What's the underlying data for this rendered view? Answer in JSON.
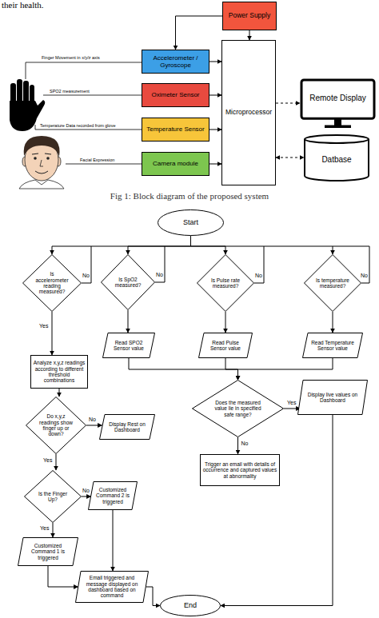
{
  "diagram": {
    "caption": "Fig 1: Block diagram of the proposed system",
    "nodes": [
      {
        "text": [
          "Power Supply"
        ]
      },
      {
        "text": [
          "Accelerometer / Gyroscope"
        ]
      },
      {
        "text": [
          "Oximeter Sensor"
        ]
      },
      {
        "text": [
          "Temperature Sensor"
        ]
      },
      {
        "text": [
          "Camera module"
        ]
      },
      {
        "text": [
          "Microprocessor"
        ]
      },
      {
        "text": [
          "Remote Display"
        ]
      },
      {
        "text": [
          "Datbase"
        ]
      },
      {
        "text": [
          "Start"
        ]
      },
      {
        "text": [
          "Is accelerometer reading measured?"
        ]
      },
      {
        "text": [
          "Is SpO2 measured?"
        ]
      },
      {
        "text": [
          "Is Pulse rate measured?"
        ]
      },
      {
        "text": [
          "Is temperature measured?"
        ]
      },
      {
        "text": [
          "Read SPO2 Sensor value"
        ]
      },
      {
        "text": [
          "Read Pulse Sensor value"
        ]
      },
      {
        "text": [
          "Read Temperature Sensor value"
        ]
      },
      {
        "text": [
          "Analyze x,y,z readings according to different threshold combinations"
        ]
      },
      {
        "text": [
          "Does the measured value lie in specified safe range?"
        ]
      },
      {
        "text": [
          "Display live values on Dashboard"
        ]
      },
      {
        "text": [
          "Do x,y,z readings show finger up or down?"
        ]
      },
      {
        "text": [
          "Display Rest on Dashboard"
        ]
      },
      {
        "text": [
          "Trigger an email with details of occurrence and captured values at abnormality"
        ]
      },
      {
        "text": [
          "Is the Finger Up?"
        ]
      },
      {
        "text": [
          "Customized Command 2 is triggered"
        ]
      },
      {
        "text": [
          "Customized Command 1 is triggered"
        ]
      },
      {
        "text": [
          "Email triggered and message displayed on dashboard based on command"
        ]
      },
      {
        "text": [
          "End"
        ]
      }
    ],
    "edges": [
      {
        "from": 0,
        "to": 5,
        "arrow": "to"
      },
      {
        "from": 0,
        "to": 1,
        "arrow": "to"
      },
      {
        "from": 1,
        "to": 5,
        "arrow": "to"
      },
      {
        "from": 2,
        "to": 5,
        "arrow": "to"
      },
      {
        "from": 3,
        "to": 5,
        "arrow": "to"
      },
      {
        "from": 4,
        "to": 5,
        "arrow": "to"
      },
      {
        "from": 5,
        "to": 6,
        "arrow": "to"
      },
      {
        "from": 5,
        "to": 7,
        "arrow": "both"
      },
      {
        "from": 8,
        "to": 9,
        "arrow": "to"
      },
      {
        "from": 8,
        "to": 10,
        "arrow": "to"
      },
      {
        "from": 8,
        "to": 11,
        "arrow": "to"
      },
      {
        "from": 8,
        "to": 12,
        "arrow": "to"
      },
      {
        "from": 9,
        "to": 16,
        "arrow": "to",
        "label": "Yes"
      },
      {
        "from": 10,
        "to": 13,
        "arrow": "to"
      },
      {
        "from": 11,
        "to": 14,
        "arrow": "to"
      },
      {
        "from": 12,
        "to": 15,
        "arrow": "to"
      },
      {
        "from": 13,
        "to": 17,
        "arrow": "to"
      },
      {
        "from": 14,
        "to": 17,
        "arrow": "to"
      },
      {
        "from": 15,
        "to": 17,
        "arrow": "to"
      },
      {
        "from": 16,
        "to": 19,
        "arrow": "to"
      },
      {
        "from": 19,
        "to": 22,
        "arrow": "to",
        "label": "Yes"
      },
      {
        "from": 19,
        "to": 20,
        "arrow": "to",
        "label": "No"
      },
      {
        "from": 17,
        "to": 18,
        "arrow": "to",
        "label": "Yes"
      },
      {
        "from": 17,
        "to": 21,
        "arrow": "to",
        "label": "No"
      },
      {
        "from": 22,
        "to": 24,
        "arrow": "to",
        "label": "Yes"
      },
      {
        "from": 22,
        "to": 23,
        "arrow": "to",
        "label": "No"
      },
      {
        "from": 23,
        "to": 25,
        "arrow": "to"
      },
      {
        "from": 24,
        "to": 25,
        "arrow": "to"
      },
      {
        "from": 25,
        "to": 26,
        "arrow": "to"
      },
      {
        "from": 18,
        "to": 26,
        "arrow": "to"
      }
    ],
    "labels": [
      "their health.",
      "Finger Movement in x/y/z axis",
      "SPO2 measurement",
      "Temperature Data recorded from glove",
      "Facial Expression",
      "No",
      "No",
      "No",
      "No"
    ]
  }
}
